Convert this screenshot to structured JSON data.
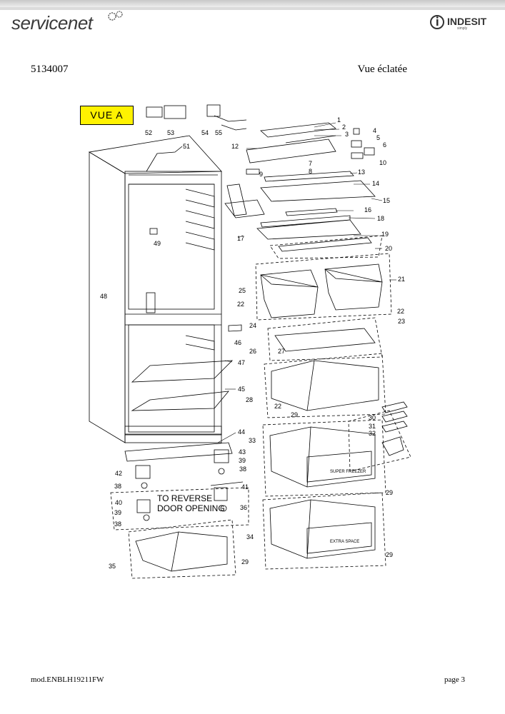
{
  "header": {
    "brand_left": "servicenet",
    "brand_right": "INDESIT",
    "brand_right_tagline": "simply"
  },
  "document": {
    "reference": "5134007",
    "view_title": "Vue éclatée",
    "view_label": "VUE A"
  },
  "diagram": {
    "part_numbers": [
      "1",
      "2",
      "3",
      "4",
      "5",
      "6",
      "7",
      "8",
      "9",
      "10",
      "12",
      "13",
      "14",
      "15",
      "16",
      "17",
      "18",
      "19",
      "20",
      "21",
      "22",
      "23",
      "24",
      "25",
      "26",
      "27",
      "28",
      "29",
      "30",
      "31",
      "32",
      "33",
      "34",
      "35",
      "36",
      "38",
      "39",
      "40",
      "41",
      "42",
      "43",
      "44",
      "45",
      "46",
      "47",
      "48",
      "49",
      "51",
      "52",
      "53",
      "54",
      "55"
    ],
    "drawer_label_1": "SUPER FREEZER",
    "drawer_label_2": "EXTRA SPACE",
    "note_line1": "TO REVERSE",
    "note_line2": "DOOR OPENING"
  },
  "footer": {
    "model": "mod.ENBLH19211FW",
    "page": "page 3"
  },
  "colors": {
    "highlight": "#fff200",
    "line": "#000000",
    "shade": "#cfcfcf"
  }
}
